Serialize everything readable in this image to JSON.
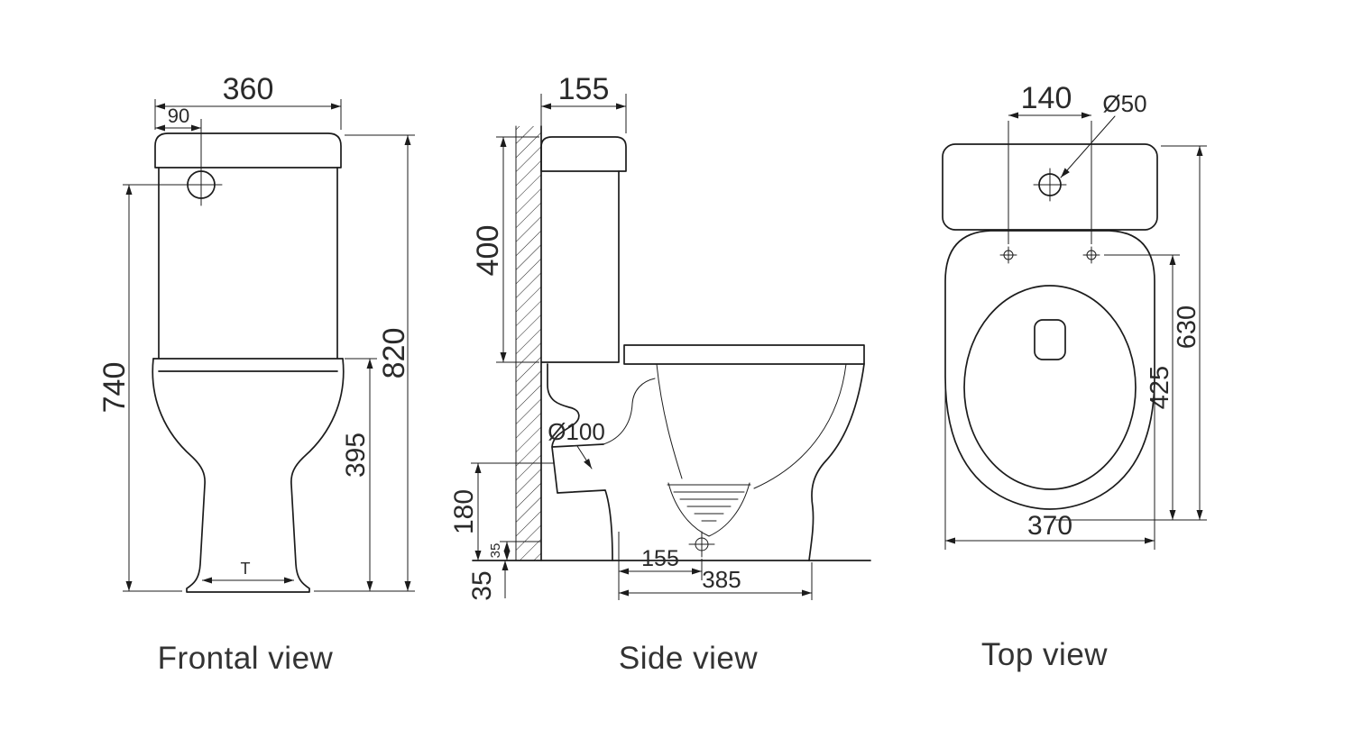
{
  "drawing_title": "Toilet technical drawing",
  "colors": {
    "background": "#ffffff",
    "line": "#1c1c1c",
    "text": "#2a2a2a"
  },
  "views": {
    "frontal": {
      "label": "Frontal view",
      "dims": {
        "width": "360",
        "button_offset": "90",
        "height_to_button": "740",
        "overall_height": "820",
        "bowl_height": "395",
        "base_mark": "T"
      }
    },
    "side": {
      "label": "Side view",
      "dims": {
        "tank_depth": "155",
        "tank_height": "400",
        "outlet_diameter": "Ø100",
        "outlet_height": "180",
        "gap_small": "35",
        "gap_large": "35",
        "drain_offset": "155",
        "overall_depth": "385"
      }
    },
    "top": {
      "label": "Top view",
      "dims": {
        "hole_spacing": "140",
        "hole_diameter": "Ø50",
        "overall_length": "630",
        "seat_length": "425",
        "width": "370"
      }
    }
  }
}
